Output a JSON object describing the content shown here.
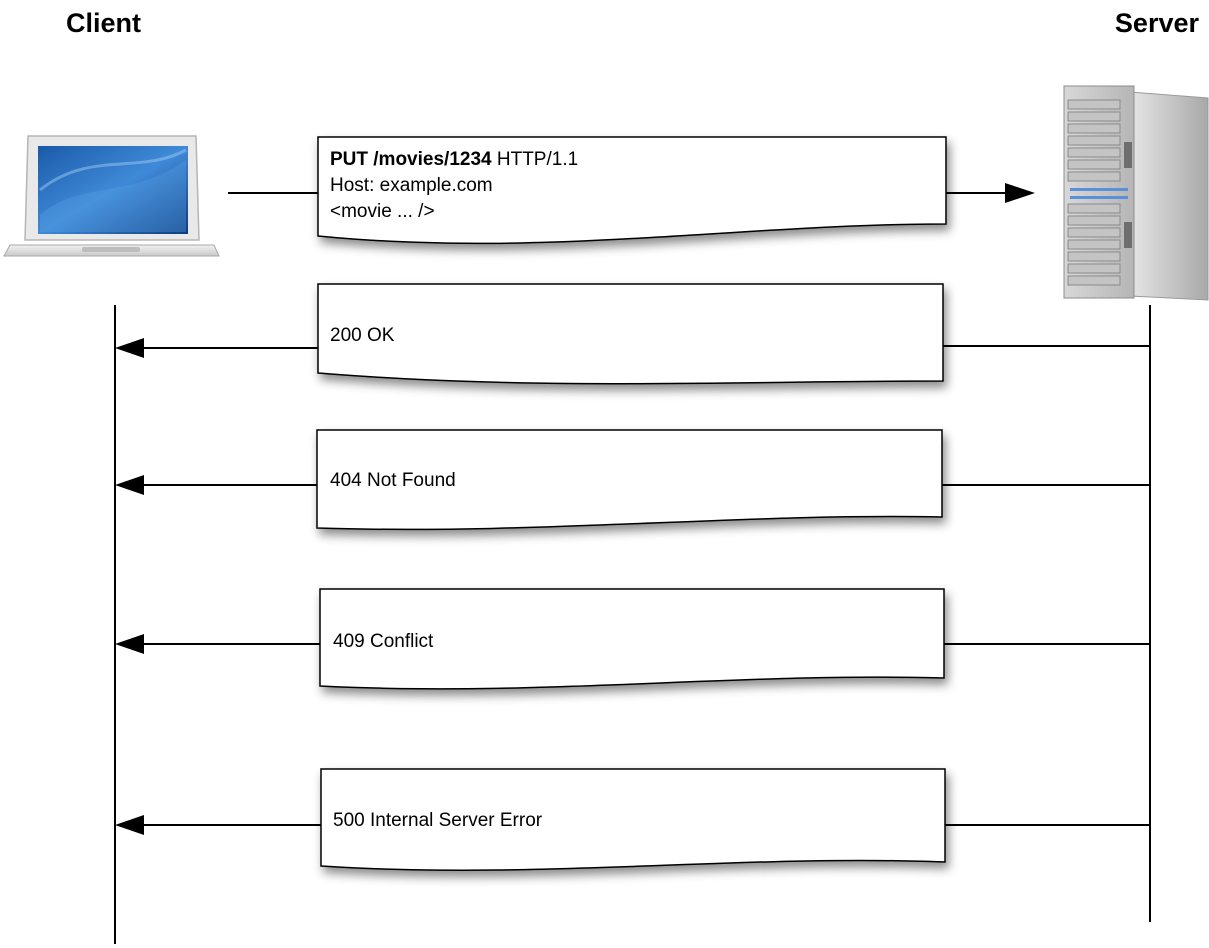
{
  "actors": {
    "client": {
      "label": "Client",
      "icon": "laptop-icon"
    },
    "server": {
      "label": "Server",
      "icon": "server-rack-icon"
    }
  },
  "request": {
    "method_path": "PUT /movies/1234",
    "version": "HTTP/1.1",
    "host_line": "Host: example.com",
    "body_line": "<movie ... />"
  },
  "responses": [
    {
      "status": "200 OK"
    },
    {
      "status": "404 Not Found"
    },
    {
      "status": "409 Conflict"
    },
    {
      "status": "500 Internal Server Error"
    }
  ]
}
